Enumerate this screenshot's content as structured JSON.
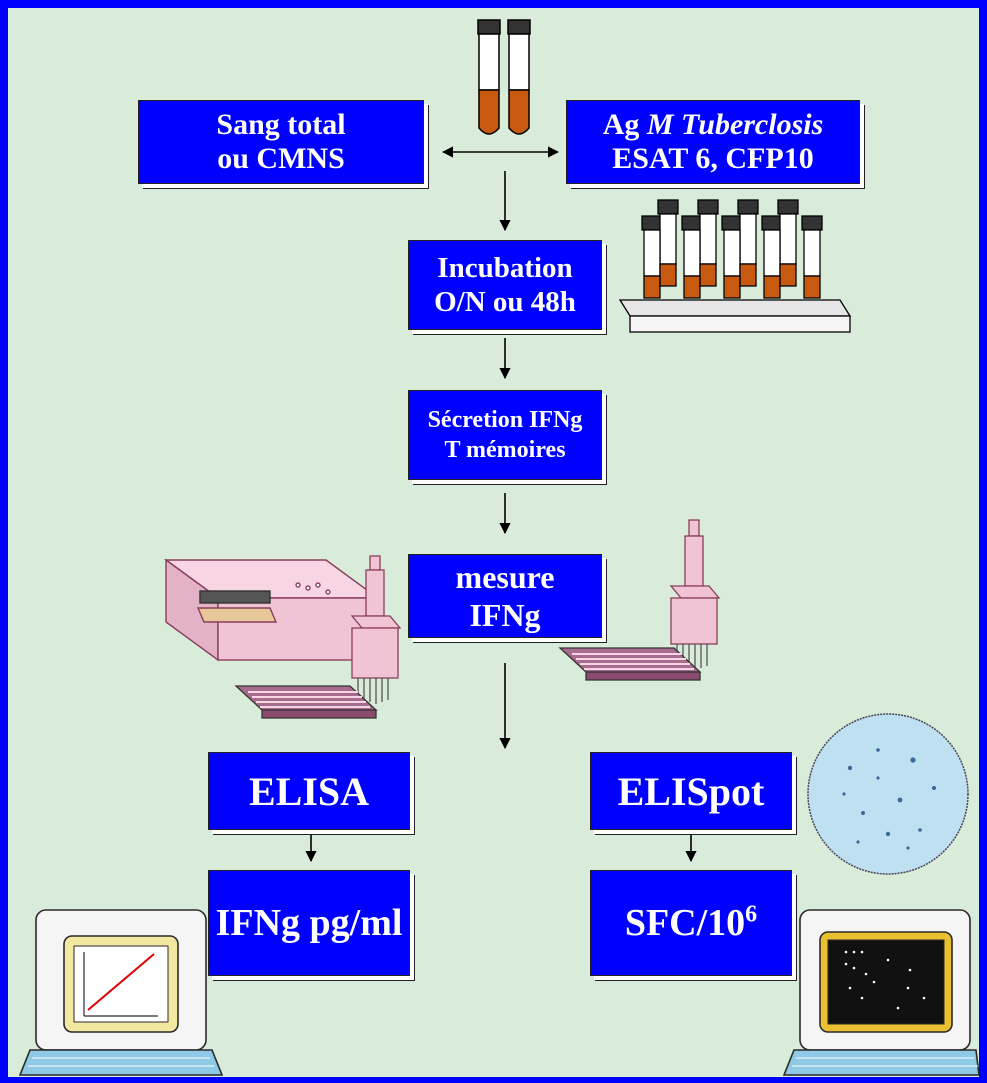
{
  "steps": {
    "sample": {
      "line1": "Sang total",
      "line2": "ou CMNS"
    },
    "antigen": {
      "prefix": "Ag ",
      "italic": "M Tuberclosis",
      "line2": "ESAT 6, CFP10"
    },
    "incubation": {
      "line1": "Incubation",
      "line2": "O/N ou 48h"
    },
    "secretion": {
      "line1": "Sécretion IFNg",
      "line2": "T mémoires"
    },
    "measure": {
      "line1": "mesure",
      "line2": "IFNg"
    },
    "elisa": {
      "label": "ELISA"
    },
    "elispot": {
      "label": "ELISpot"
    },
    "elisa_result": {
      "label": "IFNg pg/ml"
    },
    "elispot_result": {
      "base": "SFC/10",
      "sup": "6"
    }
  },
  "colors": {
    "frame": "#0000ff",
    "background": "#d9ecd9",
    "box": "#0000ff",
    "box_text": "#ffffff",
    "tube_fill": "#c85a10",
    "equipment": "#f0c4d4",
    "well_dish": "#bfe0f0"
  },
  "icons": [
    "blood-tubes-icon",
    "tube-rack-icon",
    "plate-reader-icon",
    "multichannel-pipette-icon",
    "microplate-icon",
    "elispot-well-icon",
    "computer-curve-icon",
    "computer-spots-icon"
  ]
}
